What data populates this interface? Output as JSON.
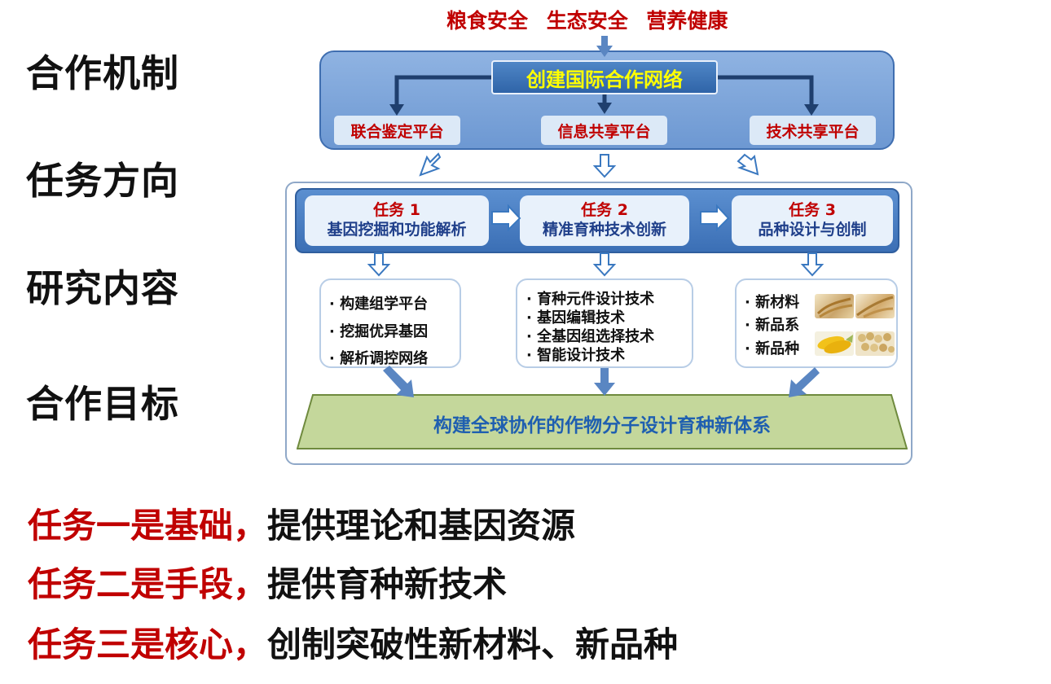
{
  "row_labels": {
    "cooperation_mechanism": "合作机制",
    "task_direction": "任务方向",
    "research_content": "研究内容",
    "cooperation_goal": "合作目标"
  },
  "goals_line": "粮食安全 生态安全 营养健康",
  "network": {
    "title": "创建国际合作网络",
    "platforms": [
      "联合鉴定平台",
      "信息共享平台",
      "技术共享平台"
    ]
  },
  "tasks": [
    {
      "num": "任务 1",
      "name": "基因挖掘和功能解析"
    },
    {
      "num": "任务 2",
      "name": "精准育种技术创新"
    },
    {
      "num": "任务 3",
      "name": "品种设计与创制"
    }
  ],
  "contents": [
    [
      "构建组学平台",
      "挖掘优异基因",
      "解析调控网络"
    ],
    [
      "育种元件设计技术",
      "基因编辑技术",
      "全基因组选择技术",
      "智能设计技术"
    ],
    [
      "新材料",
      "新品系",
      "新品种"
    ]
  ],
  "target": "构建全球协作的作物分子设计育种新体系",
  "summary": [
    {
      "lead": "任务一是基础，",
      "rest": "提供理论和基因资源"
    },
    {
      "lead": "任务二是手段，",
      "rest": "提供育种新技术"
    },
    {
      "lead": "任务三是核心，",
      "rest": "创制突破性新材料、新品种"
    }
  ],
  "images": [
    "wheat-image",
    "corn-image",
    "soybean-image"
  ],
  "colors": {
    "red": "#c00000",
    "panel_blue": "#7ea6da",
    "title_yellow": "#ffff00",
    "target_green": "#c4d79b",
    "target_text": "#1f5fb0"
  }
}
